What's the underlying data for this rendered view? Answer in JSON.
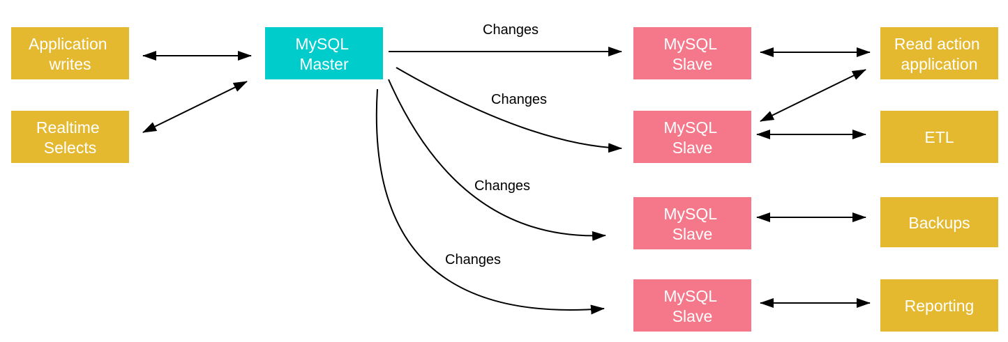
{
  "colors": {
    "source": "#E4B930",
    "master": "#00CCCC",
    "slave": "#F5788A",
    "consumer": "#E4B930",
    "arrow": "#000000",
    "text_on_box": "#FFFFFF"
  },
  "nodes": {
    "app_writes": {
      "lines": [
        "Application",
        "writes"
      ]
    },
    "realtime_selects": {
      "lines": [
        "Realtime",
        "Selects"
      ]
    },
    "master": {
      "lines": [
        "MySQL",
        "Master"
      ]
    },
    "slave_1": {
      "lines": [
        "MySQL",
        "Slave"
      ]
    },
    "slave_2": {
      "lines": [
        "MySQL",
        "Slave"
      ]
    },
    "slave_3": {
      "lines": [
        "MySQL",
        "Slave"
      ]
    },
    "slave_4": {
      "lines": [
        "MySQL",
        "Slave"
      ]
    },
    "read_action_app": {
      "lines": [
        "Read action",
        "application"
      ]
    },
    "etl": {
      "lines": [
        "ETL"
      ]
    },
    "backups": {
      "lines": [
        "Backups"
      ]
    },
    "reporting": {
      "lines": [
        "Reporting"
      ]
    }
  },
  "edge_labels": {
    "changes_1": "Changes",
    "changes_2": "Changes",
    "changes_3": "Changes",
    "changes_4": "Changes"
  }
}
